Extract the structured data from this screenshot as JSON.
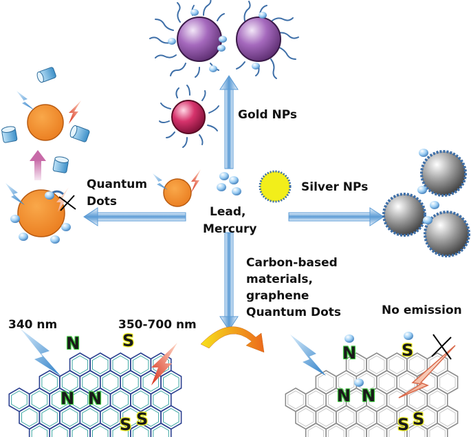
{
  "labels": {
    "gold": "Gold NPs",
    "silver": "Silver NPs",
    "quantum_line1": "Quantum",
    "quantum_line2": "Dots",
    "center_line1": "Lead,",
    "center_line2": "Mercury",
    "carbon_line1": "Carbon-based",
    "carbon_line2": "materials,",
    "carbon_line3": "graphene",
    "carbon_line4": "Quantum Dots",
    "excitation": "340 nm",
    "emission": "350-700 nm",
    "no_emission": "No emission"
  },
  "atoms": {
    "nitrogen": "N",
    "sulfur": "S"
  },
  "colors": {
    "gold_np": "#9b59b6",
    "gold_np_small": "#d6336c",
    "silver_np": "#9a9a9a",
    "silver_np_yellow": "#f2ee1a",
    "quantum_dot": "#f28c1c",
    "arrow": "#5b9bd5",
    "lightning_blue": "#3a8fd8",
    "lightning_red": "#e8452c",
    "curved_arrow_start": "#f7e01c",
    "curved_arrow_end": "#ec6a1c"
  }
}
